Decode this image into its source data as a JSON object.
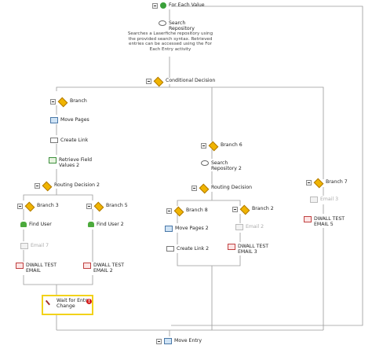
{
  "nodes": {
    "for_each_value": "For Each Value",
    "search_repository": "Search\nRepository",
    "search_repository_desc": "Searches a Laserfiche repository using\nthe provided search syntax.  Retrieved\nentries can be accessed using the For\nEach Entry activity",
    "conditional_decision": "Conditional Decision",
    "branch": "Branch",
    "move_pages": "Move Pages",
    "create_link": "Create Link",
    "retrieve_field_values_2": "Retrieve Field\nValues 2",
    "routing_decision_2": "Routing Decision 2",
    "branch_3": "Branch 3",
    "branch_5": "Branch 5",
    "find_user": "Find User",
    "find_user_2": "Find User 2",
    "email_7": "Email 7",
    "dwall_test_email": "DWALL TEST\nEMAIL",
    "dwall_test_email_2": "DWALL TEST\nEMAIL 2",
    "wait_for_entry_change": "Wait for Entry\nChange",
    "branch_6": "Branch 6",
    "search_repository_2": "Search\nRepository 2",
    "routing_decision": "Routing Decision",
    "branch_8": "Branch 8",
    "branch_2": "Branch 2",
    "move_pages_2": "Move Pages 2",
    "email_2": "Email 2",
    "create_link_2": "Create Link 2",
    "dwall_test_email_3": "DWALL TEST\nEMAIL 3",
    "branch_7": "Branch 7",
    "email_3": "Email 3",
    "dwall_test_email_5": "DWALL TEST\nEMAIL 5",
    "move_entry": "Move Entry",
    "error_mark": "!"
  },
  "colors": {
    "connector": "#9a9a9a",
    "highlight": "#f2d21a",
    "disabled_text": "#aaaaaa",
    "error": "#d41f1f"
  }
}
